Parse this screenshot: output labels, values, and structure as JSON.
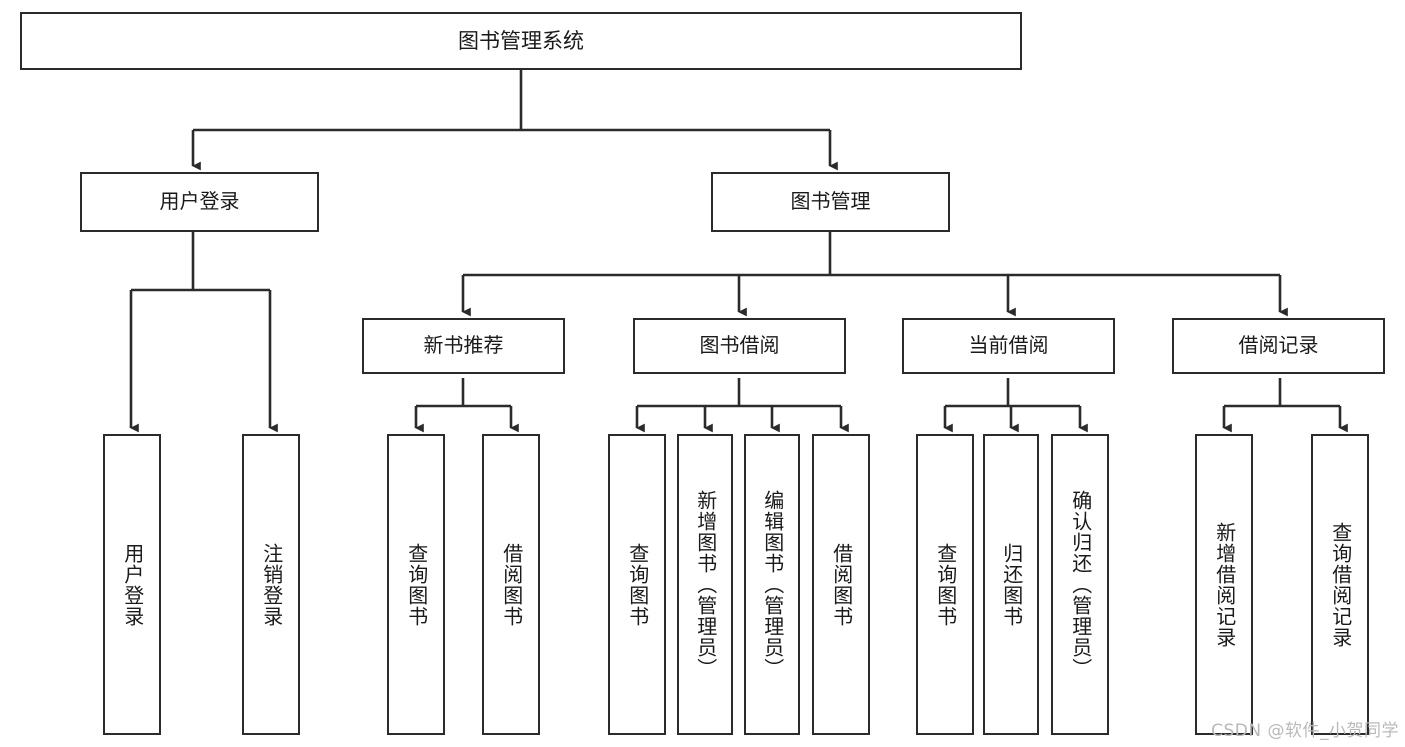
{
  "diagram": {
    "title": "图书管理系统",
    "type": "tree",
    "root": {
      "label": "图书管理系统"
    },
    "level1": [
      {
        "id": "user-login",
        "label": "用户登录"
      },
      {
        "id": "book-manage",
        "label": "图书管理"
      }
    ],
    "level2": [
      {
        "id": "new-book-recommend",
        "label": "新书推荐",
        "parent": "book-manage"
      },
      {
        "id": "book-borrow",
        "label": "图书借阅",
        "parent": "book-manage"
      },
      {
        "id": "current-borrow",
        "label": "当前借阅",
        "parent": "book-manage"
      },
      {
        "id": "borrow-record",
        "label": "借阅记录",
        "parent": "book-manage"
      }
    ],
    "leaves": [
      {
        "id": "leaf-user-login",
        "label": "用户登录",
        "parent": "user-login"
      },
      {
        "id": "leaf-logout-login",
        "label": "注销登录",
        "parent": "user-login"
      },
      {
        "id": "leaf-query-book-1",
        "label": "查询图书",
        "parent": "new-book-recommend"
      },
      {
        "id": "leaf-borrow-book-1",
        "label": "借阅图书",
        "parent": "new-book-recommend"
      },
      {
        "id": "leaf-query-book-2",
        "label": "查询图书",
        "parent": "book-borrow"
      },
      {
        "id": "leaf-add-book",
        "label": "新增图书（管理员）",
        "parent": "book-borrow"
      },
      {
        "id": "leaf-edit-book",
        "label": "编辑图书（管理员）",
        "parent": "book-borrow"
      },
      {
        "id": "leaf-borrow-book-2",
        "label": "借阅图书",
        "parent": "book-borrow"
      },
      {
        "id": "leaf-query-book-3",
        "label": "查询图书",
        "parent": "current-borrow"
      },
      {
        "id": "leaf-return-book",
        "label": "归还图书",
        "parent": "current-borrow"
      },
      {
        "id": "leaf-confirm-return",
        "label": "确认归还（管理员）",
        "parent": "current-borrow"
      },
      {
        "id": "leaf-add-record",
        "label": "新增借阅记录",
        "parent": "borrow-record"
      },
      {
        "id": "leaf-query-record",
        "label": "查询借阅记录",
        "parent": "borrow-record"
      }
    ],
    "watermark": "CSDN @软件_小贺同学",
    "colors": {
      "stroke": "#2b2b2b",
      "fill": "#ffffff",
      "text": "#1a1a1a",
      "watermark": "#b9b9b9"
    }
  }
}
